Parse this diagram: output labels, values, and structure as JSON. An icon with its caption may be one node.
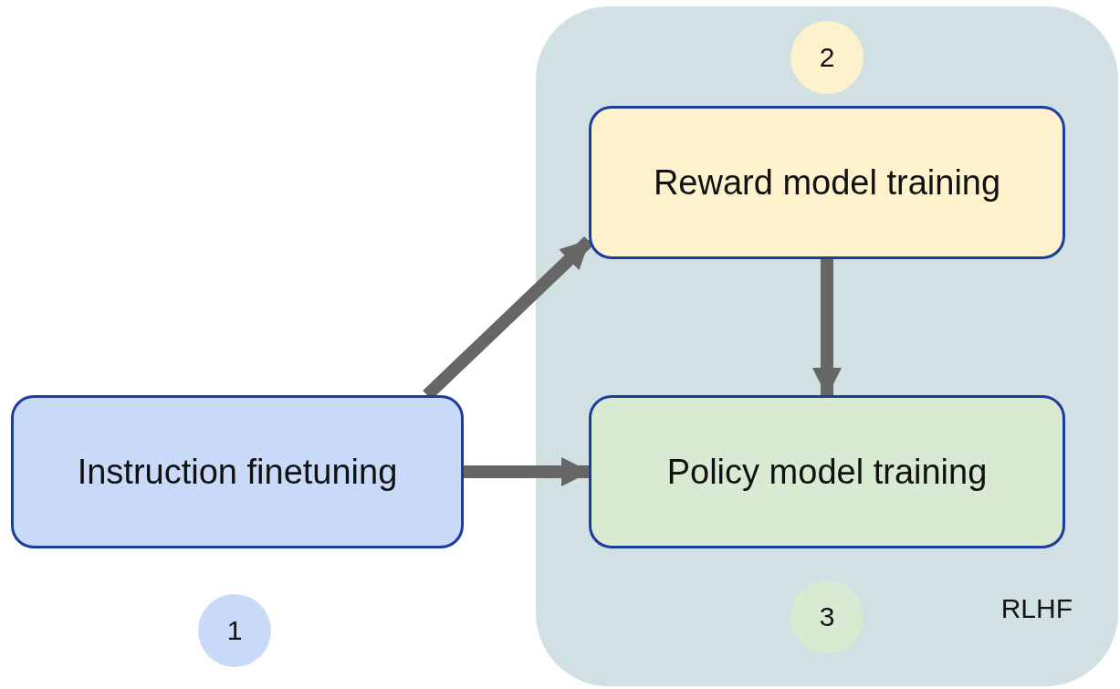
{
  "diagram": {
    "nodes": [
      {
        "text": [
          "RLHF"
        ]
      },
      {
        "text": [
          "2"
        ],
        "in": 0
      },
      {
        "text": [
          "Reward model training"
        ],
        "in": 0
      },
      {
        "text": [
          "Policy model training"
        ],
        "in": 0
      },
      {
        "text": [
          "3"
        ],
        "in": 0
      },
      {
        "text": [
          "Instruction finetuning"
        ]
      },
      {
        "text": [
          "1"
        ]
      }
    ],
    "edges": [
      {
        "from": 5,
        "to": 2,
        "arrow": "to"
      },
      {
        "from": 2,
        "to": 3,
        "arrow": "to"
      },
      {
        "from": 5,
        "to": 3,
        "arrow": "to"
      }
    ]
  }
}
